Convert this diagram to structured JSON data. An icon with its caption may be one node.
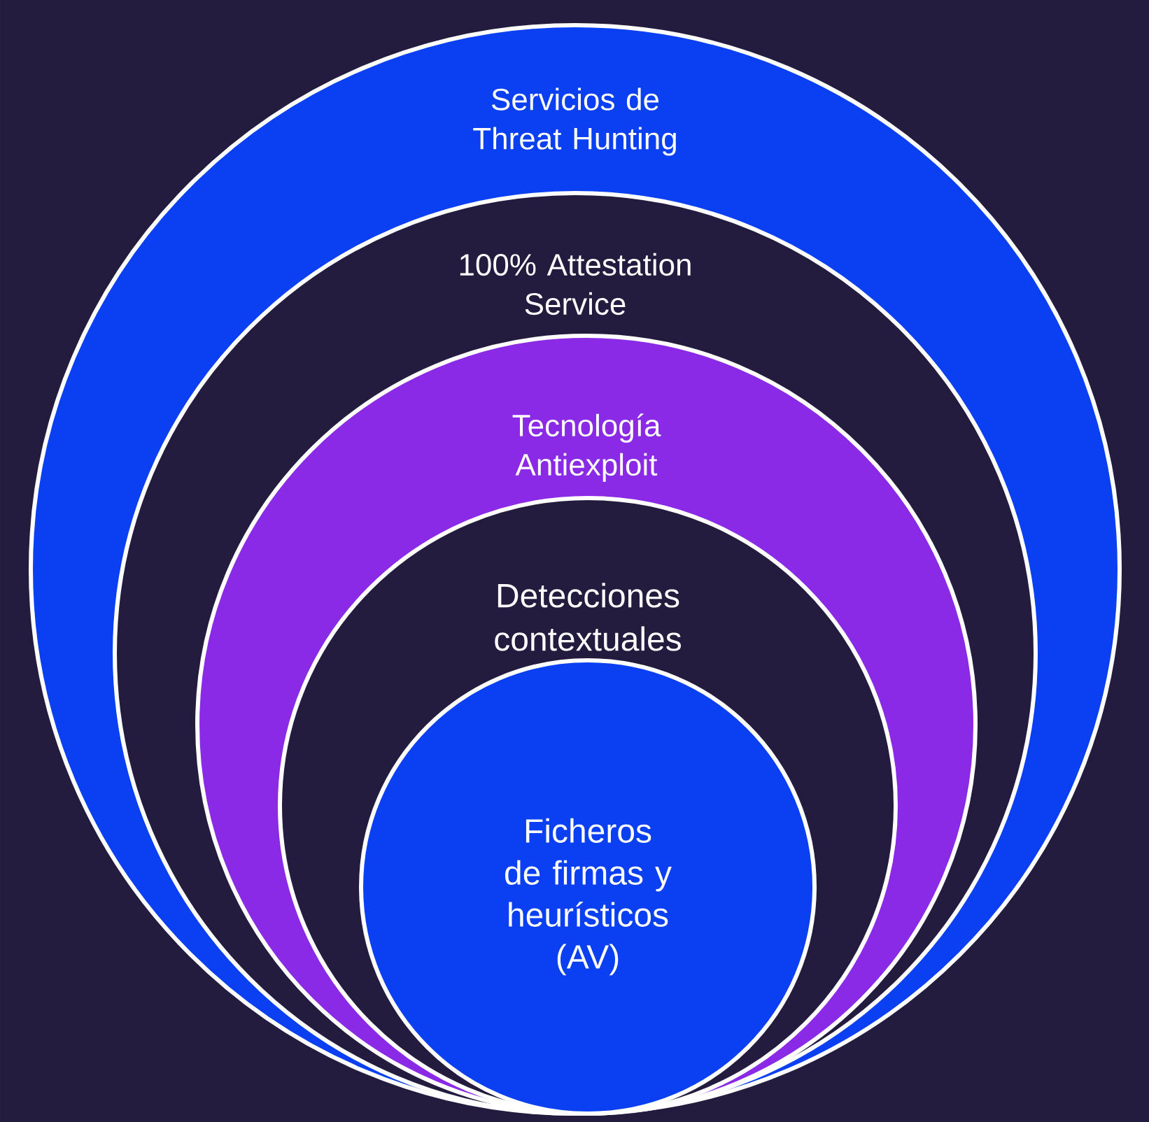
{
  "diagram": {
    "nodes": [
      {
        "text": [
          "Servicios de Threat Hunting"
        ]
      },
      {
        "text": [
          "100% Attestation Service"
        ],
        "in": 0
      },
      {
        "text": [
          "Tecnología Antiexploit"
        ],
        "in": 1
      },
      {
        "text": [
          "Detecciones contextuales"
        ],
        "in": 2
      },
      {
        "text": [
          "Ficheros de firmas y heurísticos (AV)"
        ],
        "in": 3
      }
    ]
  }
}
